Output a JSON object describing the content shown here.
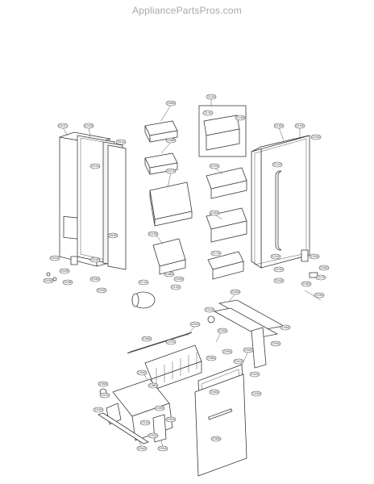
{
  "watermark": "AppliancePartsPros.com",
  "callouts": {
    "c1": "201C",
    "c2": "201D",
    "c3": "201A",
    "c4": "201B",
    "c5": "281A",
    "c6": "281B",
    "c7": "202A",
    "c8": "202B",
    "c9": "203A",
    "c10": "203B",
    "c11": "204A",
    "c12": "205A",
    "c13": "206A",
    "c14": "206B",
    "c15": "207A",
    "c16": "207B",
    "c17": "208A",
    "c18": "209A",
    "c19": "210A",
    "c20": "211A",
    "c21": "212A",
    "c22": "213A",
    "c23": "214A",
    "c24": "215A",
    "c25": "216A",
    "c26": "217A",
    "c27": "218A",
    "c28": "219A",
    "c29": "220A",
    "c30": "221A",
    "c31": "222A",
    "c32": "223A",
    "c33": "224A",
    "c34": "225A",
    "c35": "226A",
    "c36": "227A",
    "c37": "228A",
    "c38": "229A",
    "c39": "230A",
    "c40": "231A",
    "c41": "232A",
    "c42": "233A",
    "c43": "234A",
    "c44": "235A",
    "c45": "236A",
    "c46": "237A",
    "c47": "238A",
    "c48": "239A",
    "c49": "240A",
    "c50": "241A",
    "c51": "242A",
    "c52": "243A",
    "c53": "244A",
    "c54": "245A",
    "c55": "246A",
    "c56": "247A",
    "c57": "248A",
    "c58": "249A",
    "c59": "250A",
    "c60": "251A",
    "c61": "252A",
    "c62": "253A",
    "c63": "254A",
    "c64": "255A",
    "c65": "256A"
  }
}
